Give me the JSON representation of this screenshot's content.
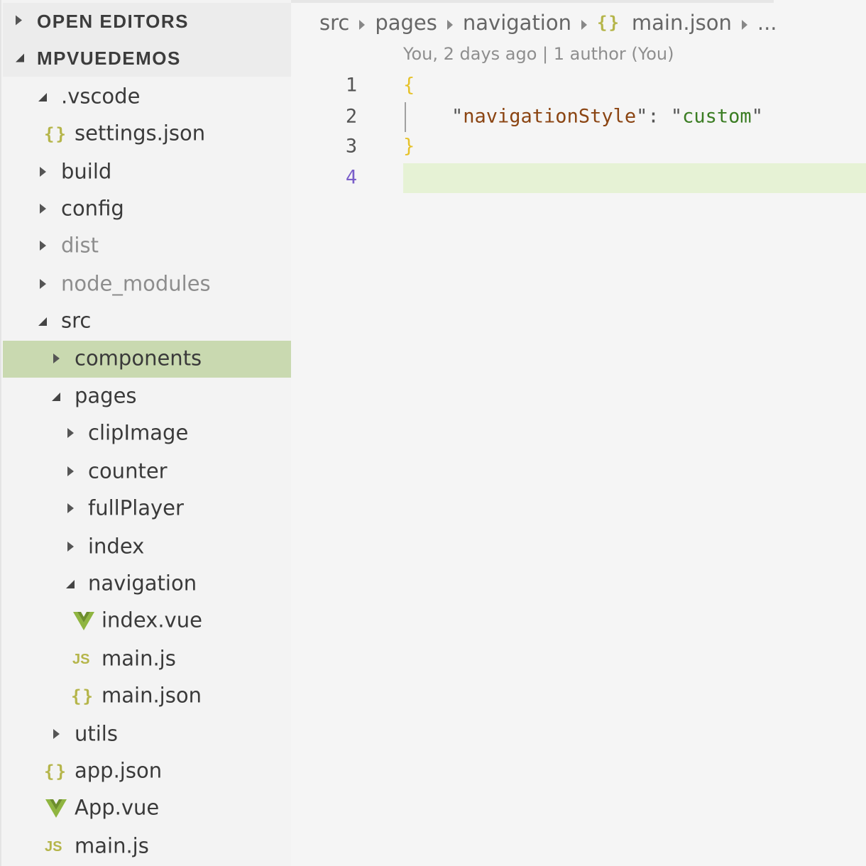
{
  "sidebar": {
    "open_editors": "OPEN EDITORS",
    "project": "MPVUEDEMOS",
    "tree": [
      {
        "label": ".vscode",
        "type": "folder-open"
      },
      {
        "label": "settings.json",
        "type": "json"
      },
      {
        "label": "build",
        "type": "folder"
      },
      {
        "label": "config",
        "type": "folder"
      },
      {
        "label": "dist",
        "type": "folder",
        "dim": true
      },
      {
        "label": "node_modules",
        "type": "folder",
        "dim": true
      },
      {
        "label": "src",
        "type": "folder-open"
      },
      {
        "label": "components",
        "type": "folder",
        "selected": true
      },
      {
        "label": "pages",
        "type": "folder-open"
      },
      {
        "label": "clipImage",
        "type": "folder"
      },
      {
        "label": "counter",
        "type": "folder"
      },
      {
        "label": "fullPlayer",
        "type": "folder"
      },
      {
        "label": "index",
        "type": "folder"
      },
      {
        "label": "navigation",
        "type": "folder-open"
      },
      {
        "label": "index.vue",
        "type": "vue"
      },
      {
        "label": "main.js",
        "type": "js"
      },
      {
        "label": "main.json",
        "type": "json"
      },
      {
        "label": "utils",
        "type": "folder"
      },
      {
        "label": "app.json",
        "type": "json"
      },
      {
        "label": "App.vue",
        "type": "vue"
      },
      {
        "label": "main.js",
        "type": "js"
      }
    ]
  },
  "icons": {
    "json": "{}",
    "js": "JS"
  },
  "breadcrumb": {
    "items": [
      "src",
      "pages",
      "navigation",
      "main.json",
      "..."
    ]
  },
  "editor": {
    "codelens": "You, 2 days ago | 1 author (You)",
    "line_numbers": [
      "1",
      "2",
      "3",
      "4"
    ],
    "open_brace": "{",
    "close_brace": "}",
    "key": "navigationStyle",
    "value": "custom",
    "quote": "\"",
    "colon": ": "
  },
  "colors": {
    "selection": "#c9d9b0",
    "current_line": "#e6f2d5",
    "brace": "#e6c229",
    "key": "#8b4513",
    "string": "#3b7d23",
    "icon_yellow": "#b5b54a",
    "vue_green": "#8fb540"
  }
}
